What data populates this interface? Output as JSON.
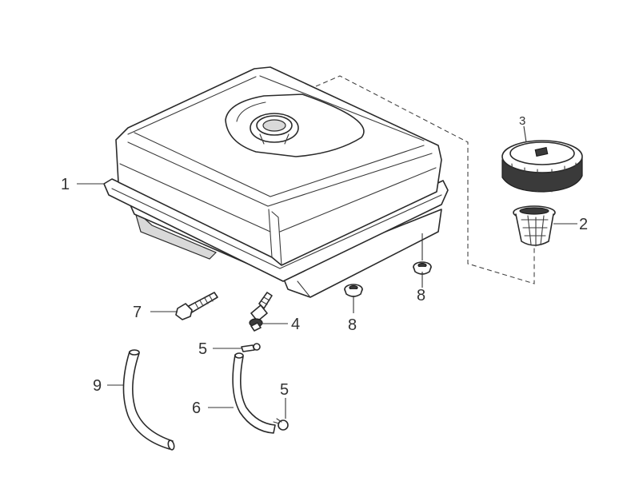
{
  "callouts": {
    "c1": "1",
    "c2": "2",
    "c3": "3",
    "c4": "4",
    "c5a": "5",
    "c5b": "5",
    "c6": "6",
    "c7": "7",
    "c8a": "8",
    "c8b": "8",
    "c9": "9"
  },
  "colors": {
    "line": "#2a2a2a",
    "background": "#ffffff"
  }
}
